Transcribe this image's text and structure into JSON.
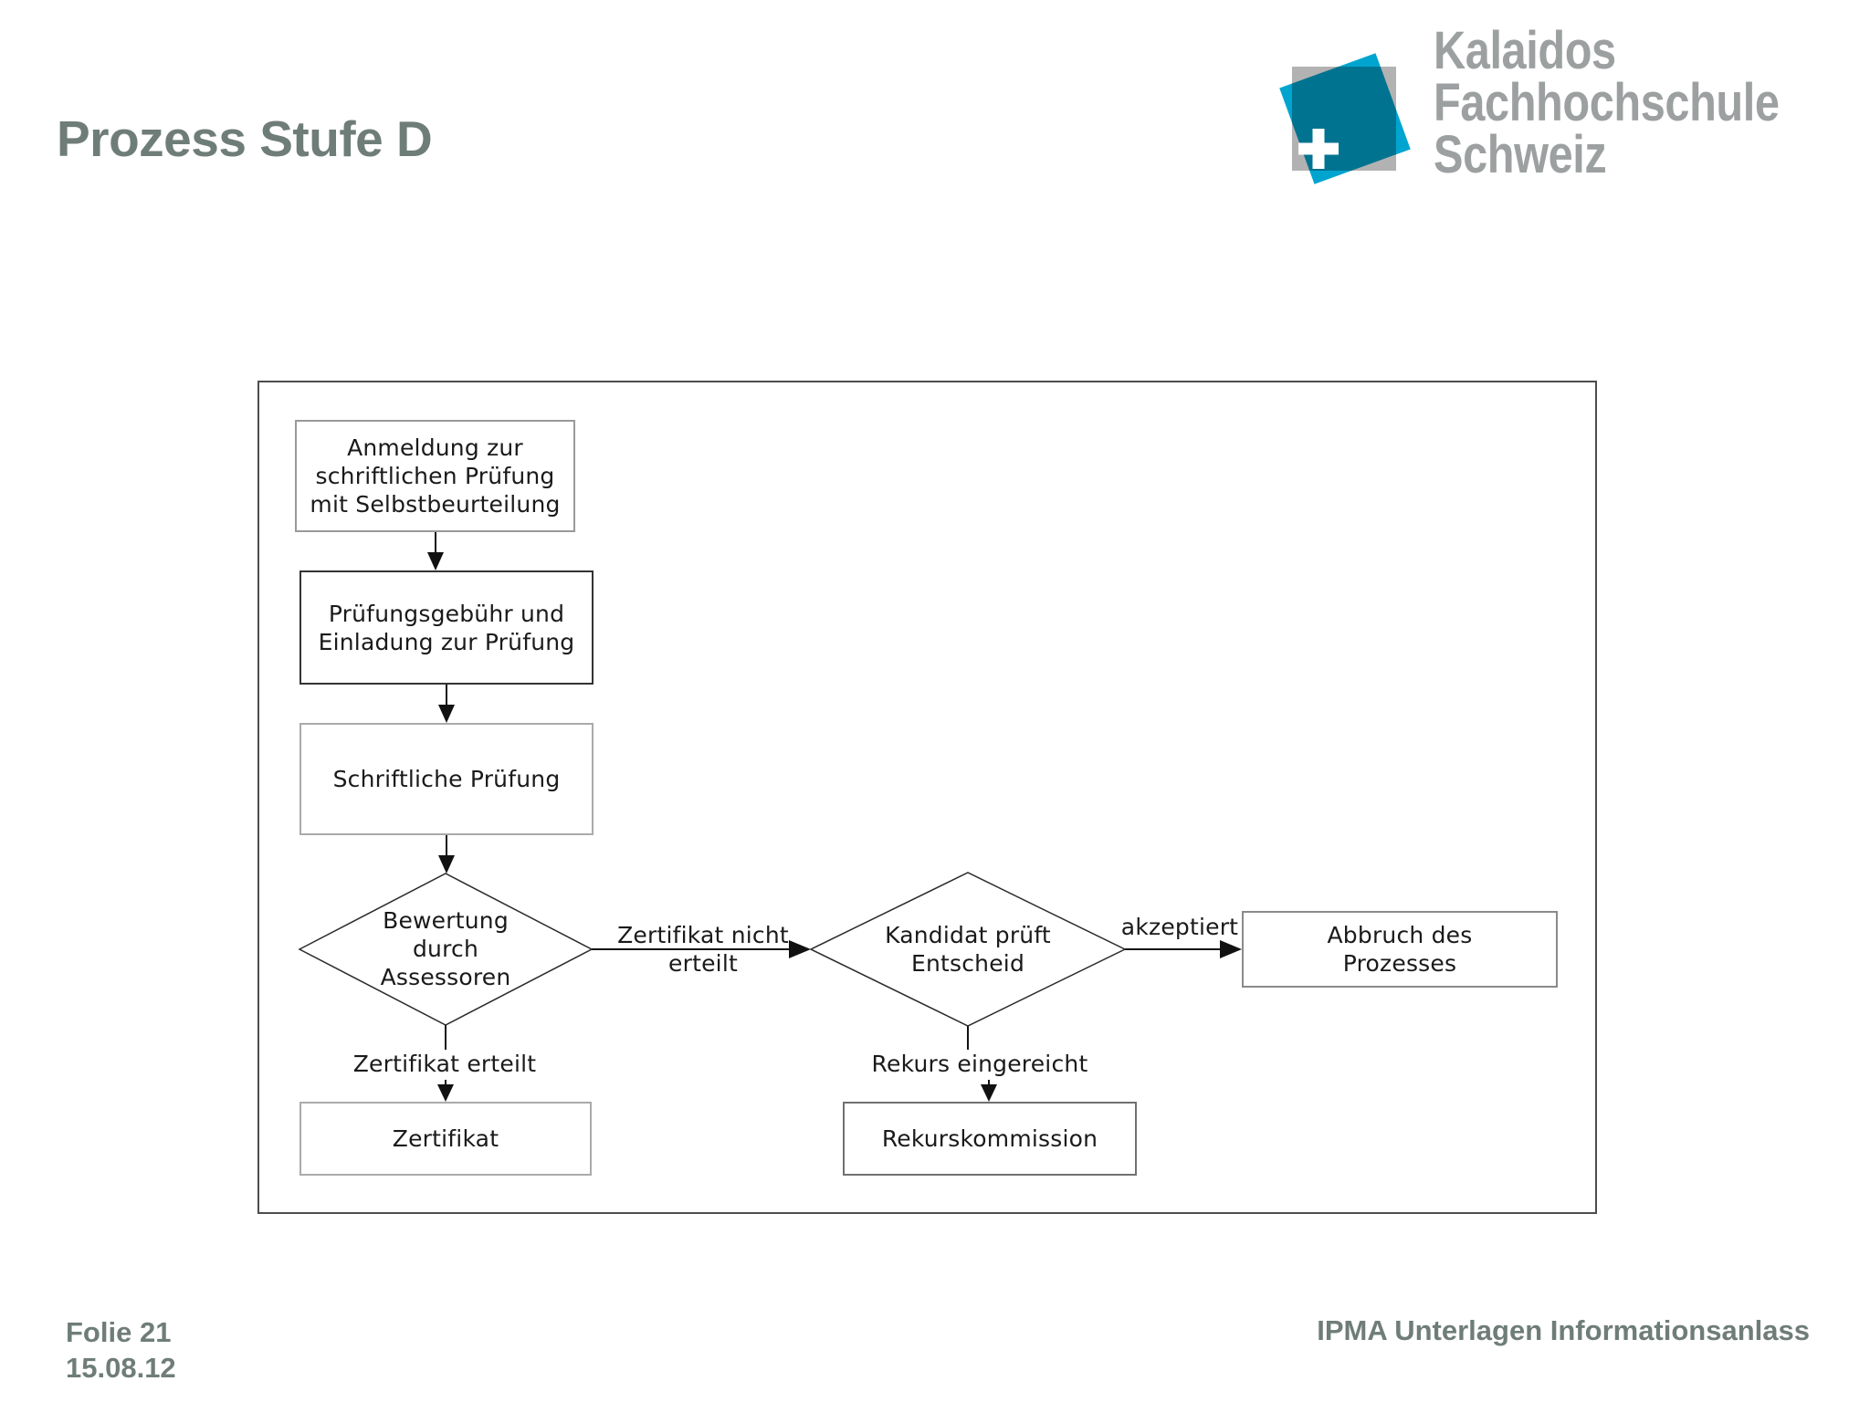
{
  "slide": {
    "title": "Prozess Stufe D",
    "footer": {
      "line1": "Folie 21",
      "line2": "15.08.12",
      "right": "IPMA Unterlagen Informationsanlass"
    },
    "text_color": "#6f7d78"
  },
  "logo": {
    "text": "Kalaidos\nFachhochschule\nSchweiz",
    "text_color": "#9da0a1",
    "teal_color": "#00a5cf",
    "gray_color": "#b2b2b2"
  },
  "flowchart": {
    "process_boxes": {
      "anmeldung": "Anmeldung zur\nschriftlichen Prüfung\nmit Selbstbeurteilung",
      "pruefungsgebuehr": "Prüfungsgebühr und\nEinladung zur Prüfung",
      "schriftliche_pruefung": "Schriftliche Prüfung",
      "zertifikat": "Zertifikat",
      "rekurskommission": "Rekurskommission",
      "abbruch": "Abbruch des\nProzesses"
    },
    "decisions": {
      "bewertung": "Bewertung\ndurch\nAssessoren",
      "kandidat": "Kandidat prüft\nEntscheid"
    },
    "edge_labels": {
      "zertifikat_nicht_erteilt": "Zertifikat nicht\nerteilt",
      "zertifikat_erteilt": "Zertifikat erteilt",
      "akzeptiert": "akzeptiert",
      "rekurs_eingereicht": "Rekurs eingereicht"
    }
  }
}
